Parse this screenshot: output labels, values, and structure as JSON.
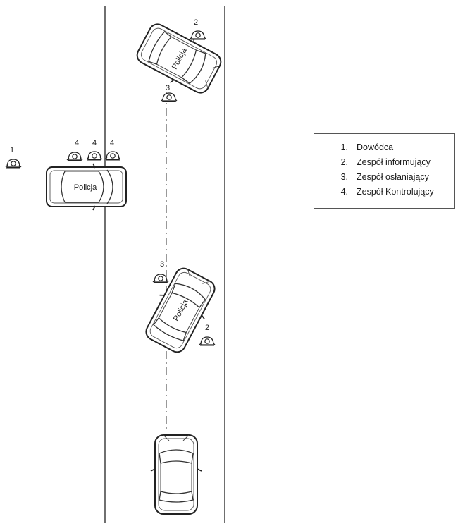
{
  "legend": {
    "items": [
      {
        "num": "1.",
        "text": "Dowódca"
      },
      {
        "num": "2.",
        "text": "Zespół informujący"
      },
      {
        "num": "3.",
        "text": "Zespół osłaniający"
      },
      {
        "num": "4.",
        "text": "Zespół Kontrolujący"
      }
    ]
  },
  "cars": {
    "police_label": "Policja"
  },
  "markers": {
    "commander": "1",
    "info_team": "2",
    "cover_team": "3",
    "control_team": "4"
  }
}
